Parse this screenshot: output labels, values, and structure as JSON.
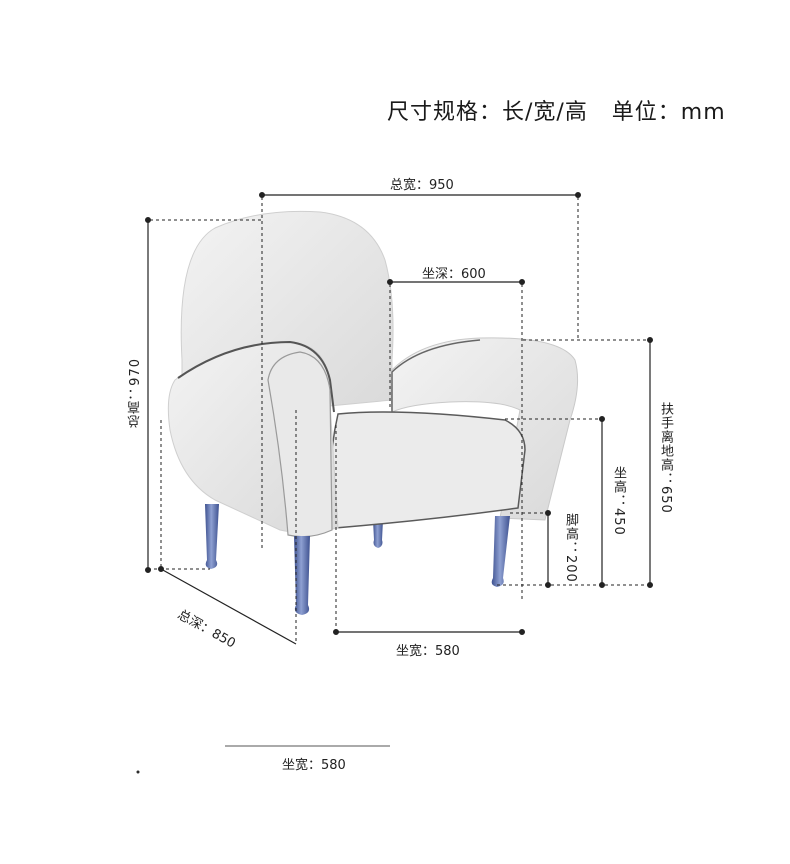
{
  "header": {
    "title": "尺寸规格：长/宽/高   单位：mm"
  },
  "dimensions": {
    "total_width": "总宽：950",
    "seat_depth": "坐深：600",
    "total_height": "总高：970",
    "armrest_height": "扶手离地高：650",
    "seat_height": "坐高：450",
    "leg_height": "脚高：200",
    "total_depth": "总深：850",
    "seat_width": "坐宽：580",
    "seat_width_bottom": "坐宽：580"
  },
  "colors": {
    "upholstery": "#ececec",
    "piping": "#555555",
    "legs": "#5a6ea8",
    "dimension_line": "#222222"
  }
}
